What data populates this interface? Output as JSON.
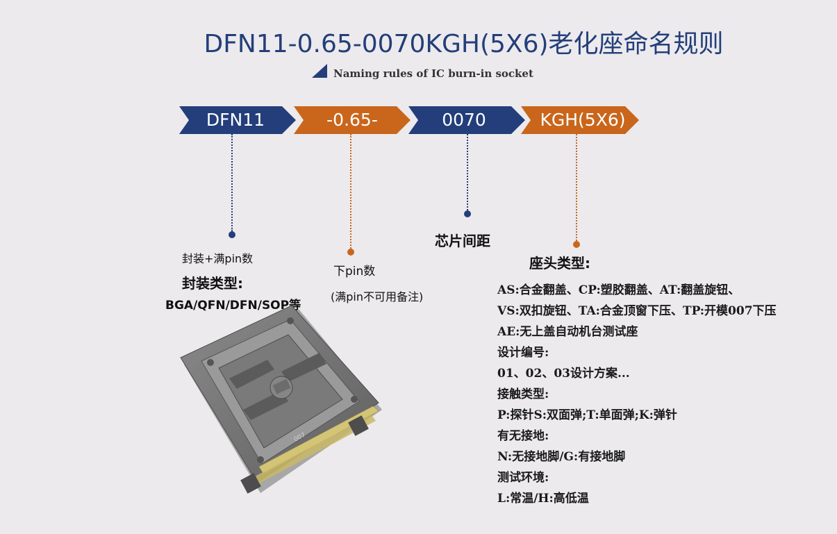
{
  "title": "DFN11-0.65-0070KGH(5X6)老化座命名规则",
  "subtitle": "Naming rules of IC burn-in socket",
  "segments": [
    {
      "label": "DFN11",
      "color": "#233e7a"
    },
    {
      "label": "-0.65-",
      "color": "#c9661b"
    },
    {
      "label": "0070",
      "color": "#233e7a"
    },
    {
      "label": "KGH(5X6)",
      "color": "#c9661b"
    }
  ],
  "annotations": {
    "package_small": "封装+满pin数",
    "package_heading": "封装类型:",
    "package_types": "BGA/QFN/DFN/SOP等",
    "lower_pin": "下pin数",
    "lower_pin_note": "(满pin不可用备注)",
    "pitch": "芯片间距",
    "socket_head": "座头类型:"
  },
  "specs": [
    "AS:合金翻盖、CP:塑胶翻盖、AT:翻盖旋钮、",
    "VS:双扣旋钮、TA:合金顶窗下压、TP:开模007下压",
    "AE:无上盖自动机台测试座",
    "设计编号:",
    "01、02、03设计方案...",
    "接触类型:",
    "P:探针S:双面弹;T:单面弹;K:弹针",
    "有无接地:",
    "N:无接地脚/G:有接地脚",
    "测试环境:",
    "L:常温/H:高低温"
  ],
  "product_marking": "007",
  "colors": {
    "blue": "#233e7a",
    "orange": "#c9661b",
    "background": "#eceaed"
  }
}
